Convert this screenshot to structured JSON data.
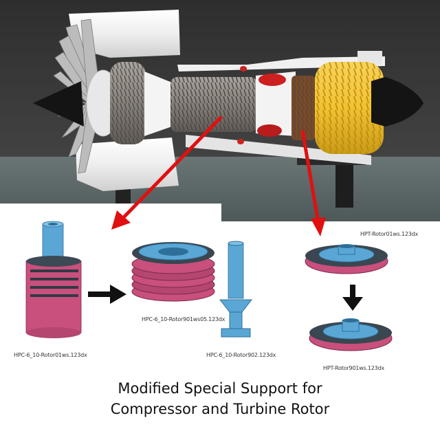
{
  "photo": {
    "subject": "3D-printed turbofan engine cutaway model",
    "colors": {
      "background": "#3a3a3a",
      "table": "#5d6a6a",
      "casing": "#f2f2f2",
      "fan_blades": "#b8b8b8",
      "compressor": "#8a8580",
      "combustor": "#cc2222",
      "turbine_brown": "#7a4a28",
      "turbine_yellow": "#f1c232",
      "nose_cone": "#1a1a1a"
    }
  },
  "renders": {
    "colors": {
      "shaft": "#5aa7d6",
      "ring": "#c94f7c",
      "blade": "#2f3a44"
    },
    "labels": {
      "hpc_rotor01": "HPC-6_10-Rotor01ws.123dx",
      "hpc_rotor901": "HPC-6_10-Rotor901ws05.123dx",
      "hpc_rotor902": "HPC-6_10-Rotor902.123dx",
      "hpt_rotor01": "HPT-Rotor01ws.123dx",
      "hpt_rotor901": "HPT-Rotor901ws.123dx"
    }
  },
  "caption": {
    "line1": "Modified Special Support for",
    "line2": "Compressor and Turbine Rotor"
  }
}
